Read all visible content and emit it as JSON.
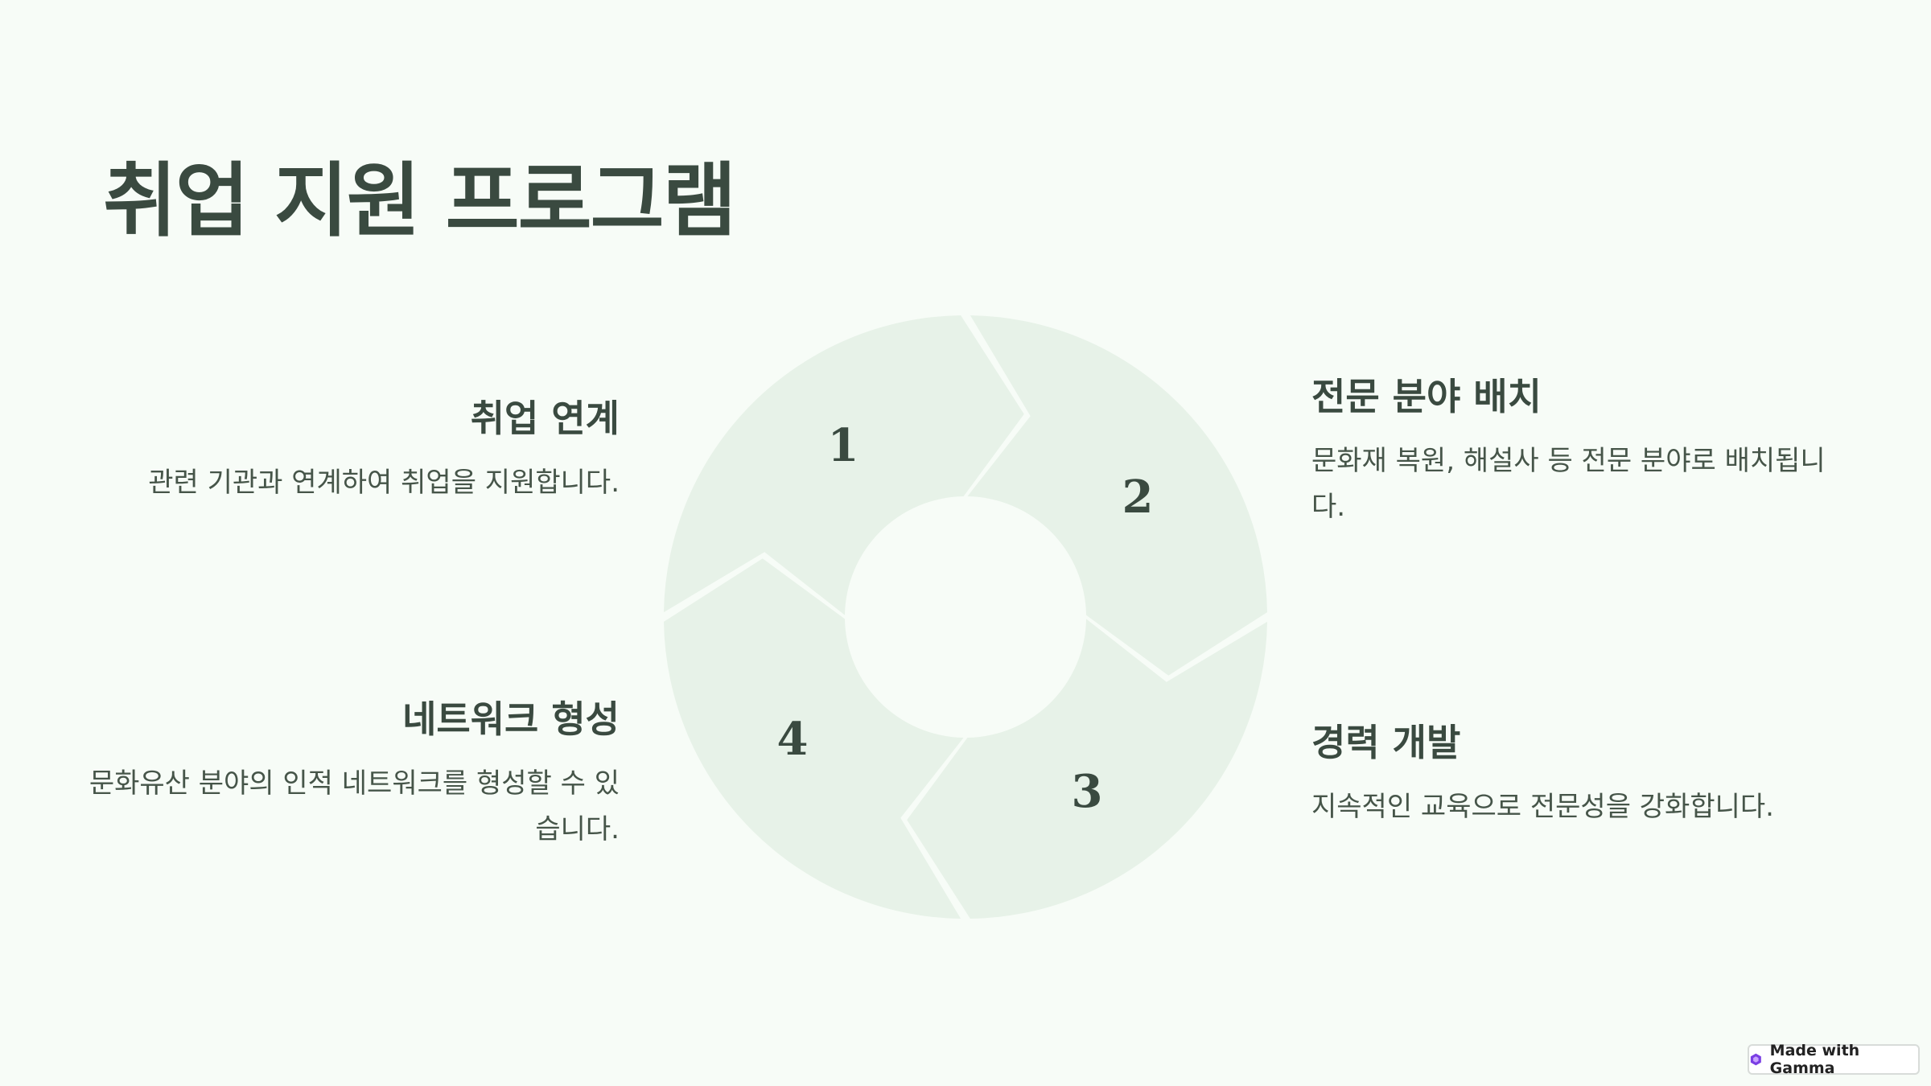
{
  "slide": {
    "title": "취업 지원 프로그램"
  },
  "steps": [
    {
      "number": "1",
      "heading": "취업 연계",
      "text": "관련 기관과 연계하여 취업을 지원합니다."
    },
    {
      "number": "2",
      "heading": "전문 분야 배치",
      "text": "문화재 복원, 해설사 등 전문 분야로 배치됩니다."
    },
    {
      "number": "3",
      "heading": "경력 개발",
      "text": "지속적인 교육으로 전문성을 강화합니다."
    },
    {
      "number": "4",
      "heading": "네트워크 형성",
      "text": "문화유산 분야의 인적 네트워크를 형성할 수 있습니다."
    }
  ],
  "colors": {
    "background": "#f7fcf7",
    "segment": "#e7f2e8",
    "text": "#3a4a40"
  },
  "badge": {
    "label": "Made with Gamma",
    "icon": "gamma-logo-icon"
  }
}
